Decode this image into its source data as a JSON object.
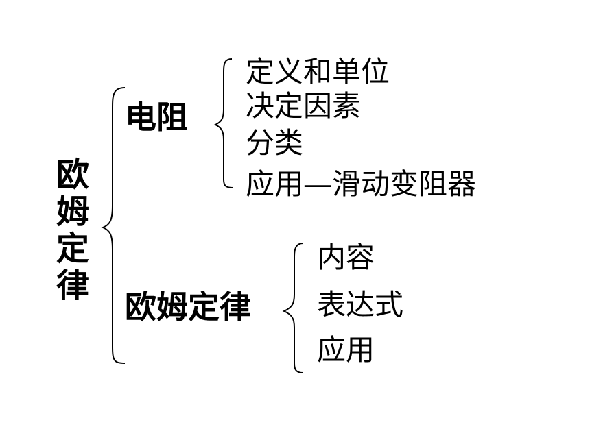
{
  "root": {
    "label": "欧姆定律"
  },
  "branches": [
    {
      "label": "电阻",
      "items": [
        "定义和单位",
        "决定因素",
        "分类",
        "应用—滑动变阻器"
      ]
    },
    {
      "label": "欧姆定律",
      "items": [
        "内容",
        "表达式",
        "应用"
      ]
    }
  ],
  "colors": {
    "text": "#000000",
    "background": "#ffffff"
  }
}
